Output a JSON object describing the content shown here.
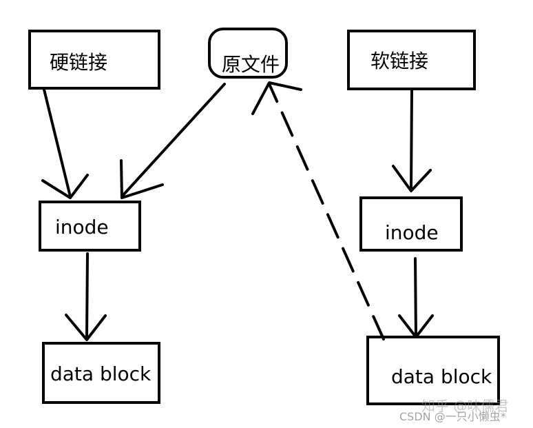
{
  "nodes": {
    "hard_link": {
      "label": "硬链接"
    },
    "original_file": {
      "label": "原文件"
    },
    "soft_link": {
      "label": "软链接"
    },
    "inode_left": {
      "label": "inode"
    },
    "inode_right": {
      "label": "inode"
    },
    "data_block_left": {
      "label": "data block"
    },
    "data_block_right": {
      "label": "data block"
    }
  },
  "watermark": {
    "zhihu": "知乎 @味儒君",
    "csdn": "CSDN @一只小懒虫*"
  }
}
